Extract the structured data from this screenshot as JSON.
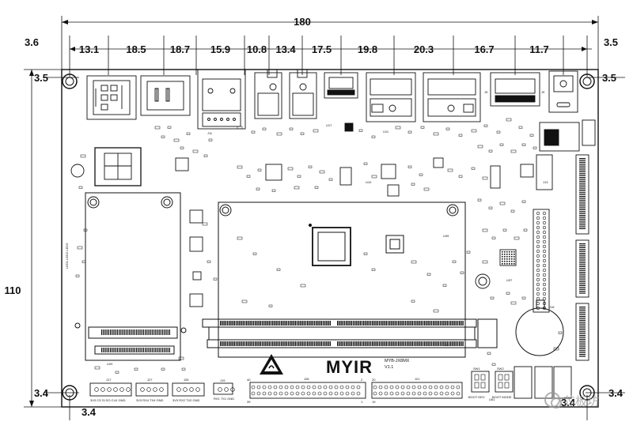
{
  "dimensions": {
    "overall_width": "180",
    "overall_height": "110",
    "top_left_offset": "3.6",
    "top_right_offset": "3.5",
    "hole_left_upper": "3.5",
    "hole_right_upper": "3.5",
    "hole_left_lower": "3.4",
    "hole_right_lower": "3.4",
    "bottom_left_offset": "3.4",
    "bottom_right_offset": "3.4",
    "connector_spacing": [
      "13.1",
      "18.5",
      "18.7",
      "15.9",
      "10.8",
      "13.4",
      "17.5",
      "19.8",
      "20.3",
      "16.7",
      "11.7"
    ]
  },
  "board": {
    "logo": "MYIR",
    "model": "MYB-JX8MX",
    "version": "V1.1",
    "labels": {
      "j11": "J11",
      "j5": "J5",
      "j9": "J9",
      "j24": "J24",
      "j19": "J19",
      "j16": "J16",
      "u10": "U10",
      "u37": "U37",
      "u17": "U17",
      "u20": "U20",
      "u11": "U11",
      "u39": "U39",
      "u51": "U51",
      "j28": "J28",
      "j21": "J21",
      "j17": "J17",
      "j27": "J27",
      "j26": "J26",
      "j13": "J13",
      "boot_mode": "BOOT MODE",
      "boot_dev": "BOOT DEV",
      "sw1": "SW1",
      "sw2": "SW2",
      "uart_pins": "RX1 TX1 GND",
      "spi_pins": "3V3 CS SI SO CLK GND",
      "gpio_pins_a": "3V3 RX4 TX4 GND",
      "gpio_pins_b": "3V3 RX2 TX2 GND",
      "led_labels": "LED1 LED2 LED3",
      "pin_40": "40",
      "pin_2": "2",
      "pin_39": "39",
      "pin_1": "1",
      "pin_20": "20",
      "pin_19": "19"
    }
  },
  "watermark": "芯板坊"
}
